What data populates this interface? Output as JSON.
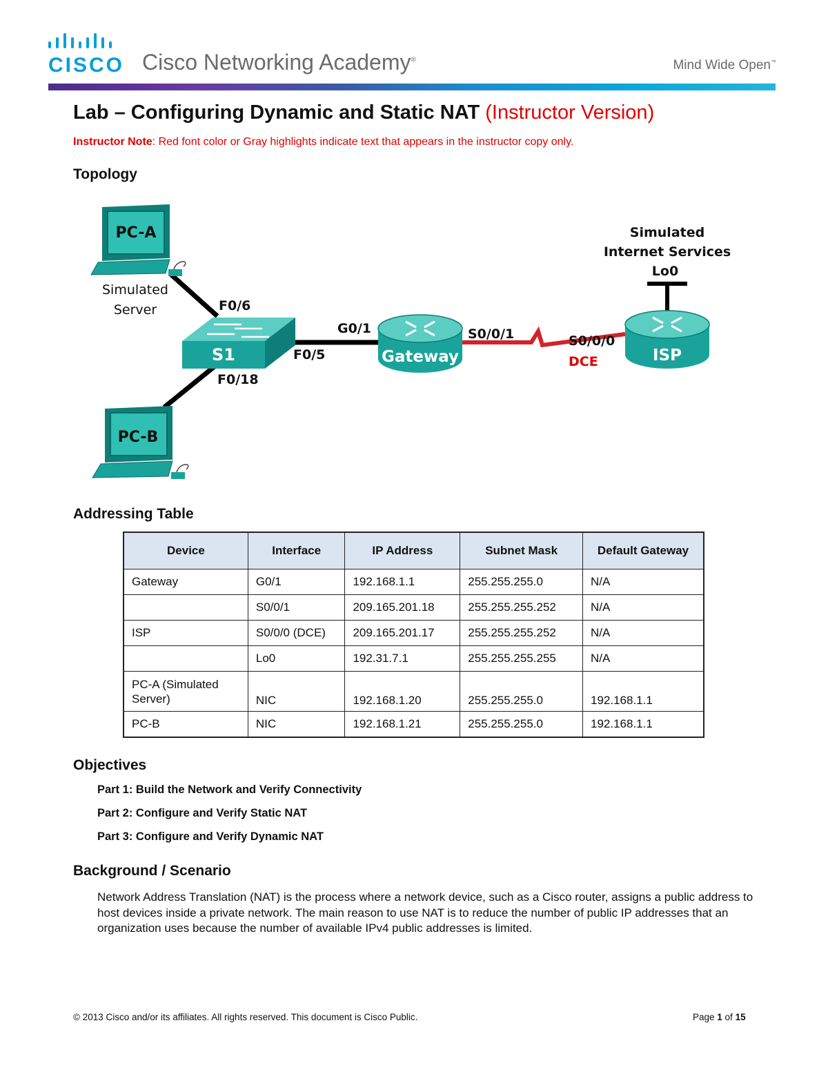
{
  "header": {
    "logo_text": "CISCO",
    "academy": "Cisco Networking Academy",
    "academy_mark": "®",
    "tagline": "Mind Wide Open",
    "tagline_mark": "™"
  },
  "title": {
    "main": "Lab – Configuring Dynamic and Static NAT",
    "version": "(Instructor Version)"
  },
  "instructor_note": {
    "label": "Instructor Note",
    "text": ": Red font color or Gray highlights indicate text that appears in the instructor copy only."
  },
  "sections": {
    "topology": "Topology",
    "addressing": "Addressing Table",
    "objectives": "Objectives",
    "background": "Background / Scenario"
  },
  "topology": {
    "pc_a": "PC-A",
    "pc_a_note_1": "Simulated",
    "pc_a_note_2": "Server",
    "pc_b": "PC-B",
    "switch": "S1",
    "router_gw": "Gateway",
    "router_isp": "ISP",
    "isp_note_1": "Simulated",
    "isp_note_2": "Internet Services",
    "isp_note_3": "Lo0",
    "f06": "F0/6",
    "f05": "F0/5",
    "f018": "F0/18",
    "g01": "G0/1",
    "s001": "S0/0/1",
    "s000": "S0/0/0",
    "dce": "DCE",
    "colors": {
      "device": "#1aa39a",
      "serial": "#d2232a",
      "dce": "#e00000"
    }
  },
  "table": {
    "headers": [
      "Device",
      "Interface",
      "IP Address",
      "Subnet Mask",
      "Default Gateway"
    ],
    "rows": [
      [
        "Gateway",
        "G0/1",
        "192.168.1.1",
        "255.255.255.0",
        "N/A"
      ],
      [
        "",
        "S0/0/1",
        "209.165.201.18",
        "255.255.255.252",
        "N/A"
      ],
      [
        "ISP",
        "S0/0/0 (DCE)",
        "209.165.201.17",
        "255.255.255.252",
        "N/A"
      ],
      [
        "",
        "Lo0",
        "192.31.7.1",
        "255.255.255.255",
        "N/A"
      ],
      [
        "PC-A (Simulated Server)",
        "NIC",
        "192.168.1.20",
        "255.255.255.0",
        "192.168.1.1"
      ],
      [
        "PC-B",
        "NIC",
        "192.168.1.21",
        "255.255.255.0",
        "192.168.1.1"
      ]
    ]
  },
  "objectives": [
    "Part 1: Build the Network and Verify Connectivity",
    "Part 2: Configure and Verify Static NAT",
    "Part 3: Configure and Verify Dynamic NAT"
  ],
  "background_text": "Network Address Translation (NAT) is the process where a network device, such as a Cisco router, assigns a public address to host devices inside a private network. The main reason to use NAT is to reduce the number of public IP addresses that an organization uses because the number of available IPv4 public addresses is limited.",
  "footer": {
    "copyright": "© 2013 Cisco and/or its affiliates. All rights reserved. This document is Cisco Public.",
    "page_label": "Page ",
    "page_num": "1",
    "page_of": " of ",
    "page_total": "15"
  }
}
